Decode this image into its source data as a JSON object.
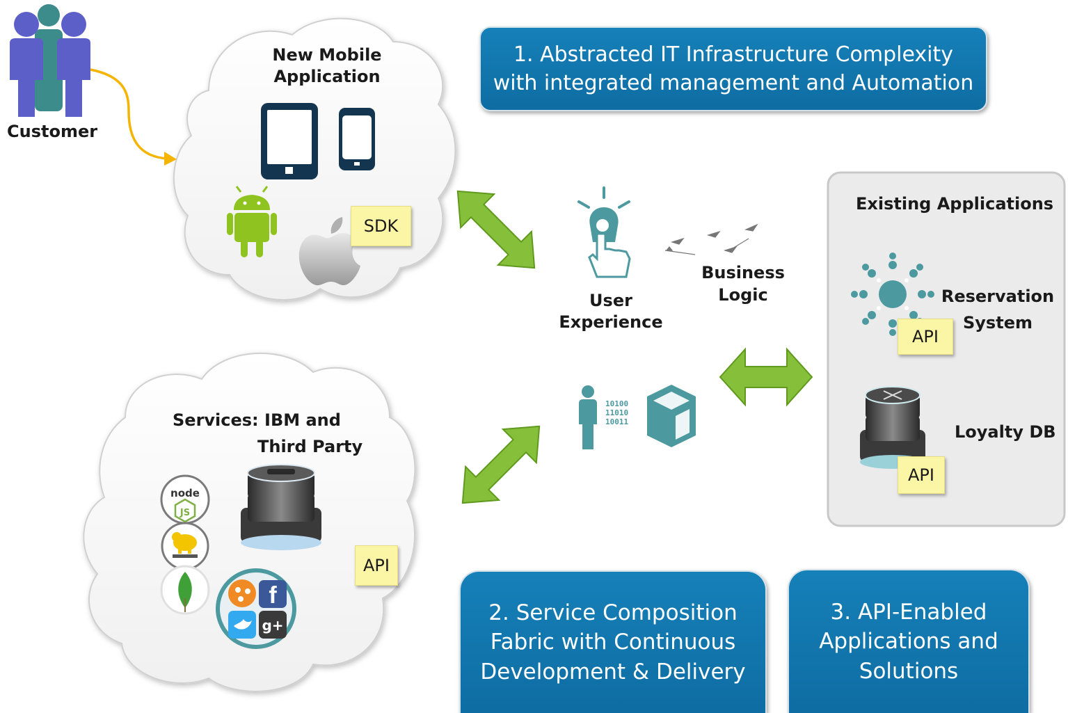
{
  "customer": {
    "label": "Customer"
  },
  "mobile_cloud": {
    "title_line1": "New Mobile",
    "title_line2": "Application",
    "sdk_label": "SDK"
  },
  "services_cloud": {
    "title_line1": "Services:  IBM and",
    "title_line2": "Third Party",
    "api_label": "API"
  },
  "box1": {
    "line1": "1. Abstracted  IT Infrastructure Complexity",
    "line2": "with integrated management and Automation"
  },
  "box2": {
    "line1": "2.  Service Composition",
    "line2": "Fabric with Continuous",
    "line3": "Development & Delivery"
  },
  "box3": {
    "line1": "3.  API-Enabled",
    "line2": "Applications and",
    "line3": "Solutions"
  },
  "center": {
    "user_experience_line1": "User",
    "user_experience_line2": "Experience",
    "business_logic_line1": "Business",
    "business_logic_line2": "Logic",
    "binary": [
      "10100",
      "11010",
      "10011"
    ]
  },
  "existing": {
    "title": "Existing Applications",
    "reservation_line1": "Reservation",
    "reservation_line2": "System",
    "reservation_api": "API",
    "loyalty": "Loyalty DB",
    "loyalty_api": "API"
  },
  "colors": {
    "box_blue": "#1178af",
    "arrow_green": "#7dbb2c",
    "teal": "#4c9aa0",
    "people_blue": "#5b5fc7",
    "people_teal": "#3d8c8c",
    "sticky": "#fbf6a6",
    "curve_orange": "#f5b400"
  }
}
